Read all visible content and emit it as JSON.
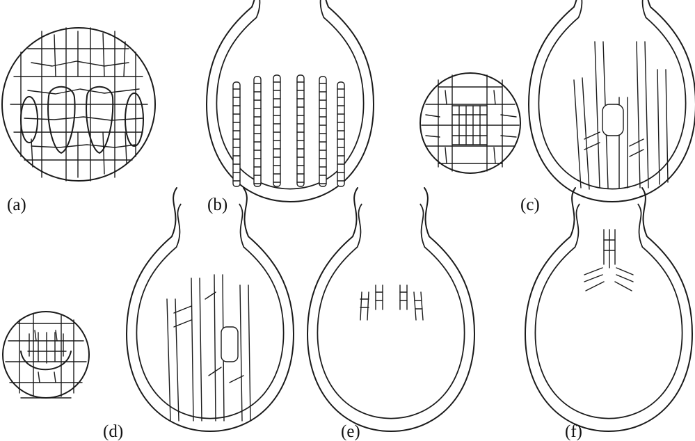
{
  "labels": {
    "a": "(a)",
    "b": "(b)",
    "c": "(c)",
    "d": "(d)",
    "e": "(e)",
    "f": "(f)"
  },
  "colors": {
    "ink": "#1a1a1a",
    "background": "#ffffff"
  }
}
